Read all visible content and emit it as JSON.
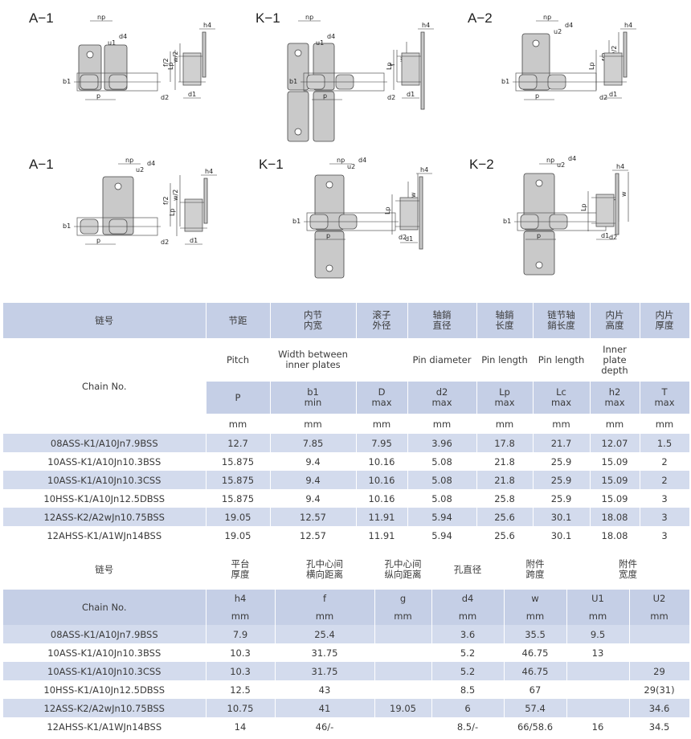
{
  "diagrams": [
    {
      "label": "A−1"
    },
    {
      "label": "K−1"
    },
    {
      "label": "A−2"
    },
    {
      "label": "A−1"
    },
    {
      "label": "K−1"
    },
    {
      "label": "K−2"
    }
  ],
  "dims": {
    "np": "np",
    "u1": "u1",
    "u2": "u2",
    "d4": "d4",
    "f2": "f/2",
    "w2": "w/2",
    "b1": "b1",
    "p": "p",
    "d2": "d2",
    "d1": "d1",
    "h4": "h4",
    "Lp": "Lp",
    "f": "f",
    "w": "w"
  },
  "table1": {
    "h_cn": [
      "链号",
      "节距",
      "内节\n内宽",
      "滚子\n外径",
      "轴銷\n直径",
      "轴銷\n长度",
      "链节轴\n銷长度",
      "内片\n高度",
      "内片\n厚度"
    ],
    "h_en": [
      "Pitch",
      "Width between inner plates",
      "",
      "Pin diameter",
      "Pin length",
      "Pin length",
      "Inner plate depth",
      ""
    ],
    "chain_no": "Chain No.",
    "h_sym": [
      "P",
      "b1\nmin",
      "D\nmax",
      "d2\nmax",
      "Lp\nmax",
      "Lc\nmax",
      "h2\nmax",
      "T\nmax"
    ],
    "h_unit": [
      "mm",
      "mm",
      "mm",
      "mm",
      "mm",
      "mm",
      "mm",
      "mm"
    ],
    "rows": [
      [
        "08ASS-K1/A10Jn7.9BSS",
        "12.7",
        "7.85",
        "7.95",
        "3.96",
        "17.8",
        "21.7",
        "12.07",
        "1.5"
      ],
      [
        "10ASS-K1/A10Jn10.3BSS",
        "15.875",
        "9.4",
        "10.16",
        "5.08",
        "21.8",
        "25.9",
        "15.09",
        "2"
      ],
      [
        "10ASS-K1/A10Jn10.3CSS",
        "15.875",
        "9.4",
        "10.16",
        "5.08",
        "21.8",
        "25.9",
        "15.09",
        "2"
      ],
      [
        "10HSS-K1/A10Jn12.5DBSS",
        "15.875",
        "9.4",
        "10.16",
        "5.08",
        "25.8",
        "25.9",
        "15.09",
        "3"
      ],
      [
        "12ASS-K2/A2wJn10.75BSS",
        "19.05",
        "12.57",
        "11.91",
        "5.94",
        "25.6",
        "30.1",
        "18.08",
        "3"
      ],
      [
        "12AHSS-K1/A1WJn14BSS",
        "19.05",
        "12.57",
        "11.91",
        "5.94",
        "25.6",
        "30.1",
        "18.08",
        "3"
      ]
    ]
  },
  "table2": {
    "h_cn": [
      "链号",
      "平台\n厚度",
      "孔中心间\n横向距离",
      "孔中心间\n纵向距离",
      "孔直径",
      "附件\n跨度",
      "附件\n宽度"
    ],
    "chain_no": "Chain No.",
    "h_sym": [
      "h4",
      "f",
      "g",
      "d4",
      "w",
      "U1",
      "U2"
    ],
    "h_unit": [
      "mm",
      "mm",
      "mm",
      "mm",
      "mm",
      "mm",
      "mm"
    ],
    "rows": [
      [
        "08ASS-K1/A10Jn7.9BSS",
        "7.9",
        "25.4",
        "",
        "3.6",
        "35.5",
        "9.5",
        ""
      ],
      [
        "10ASS-K1/A10Jn10.3BSS",
        "10.3",
        "31.75",
        "",
        "5.2",
        "46.75",
        "13",
        ""
      ],
      [
        "10ASS-K1/A10Jn10.3CSS",
        "10.3",
        "31.75",
        "",
        "5.2",
        "46.75",
        "",
        "29"
      ],
      [
        "10HSS-K1/A10Jn12.5DBSS",
        "12.5",
        "43",
        "",
        "8.5",
        "67",
        "",
        "29(31)"
      ],
      [
        "12ASS-K2/A2wJn10.75BSS",
        "10.75",
        "41",
        "19.05",
        "6",
        "57.4",
        "",
        "34.6"
      ],
      [
        "12AHSS-K1/A1WJn14BSS",
        "14",
        "46/-",
        "",
        "8.5/-",
        "66/58.6",
        "16",
        "34.5"
      ]
    ]
  }
}
